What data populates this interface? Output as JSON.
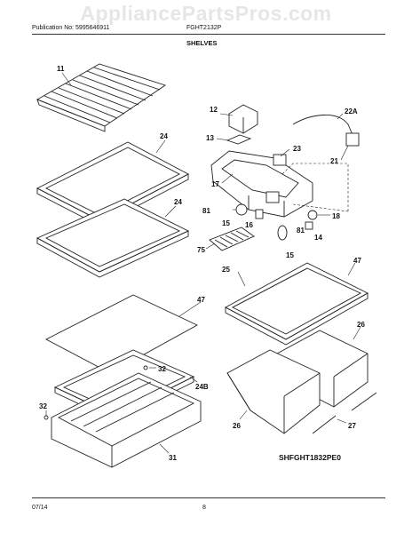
{
  "header": {
    "watermark": "AppliancePartsPros.com",
    "publication": "Publication No: 5995646911",
    "model": "FGHT2132P",
    "section_title": "SHELVES"
  },
  "footer": {
    "date": "07/14",
    "page_number": "8",
    "diagram_code": "SHFGHT1832PE0"
  },
  "callouts": {
    "c11": "11",
    "c12": "12",
    "c13": "13",
    "c22a": "22A",
    "c23": "23",
    "c21": "21",
    "c24a": "24",
    "c24b": "24",
    "c17": "17",
    "c81a": "81",
    "c15a": "15",
    "c16": "16",
    "c18": "18",
    "c81b": "81",
    "c14": "14",
    "c75": "75",
    "c15b": "15",
    "c25": "25",
    "c47a": "47",
    "c47b": "47",
    "c26a": "26",
    "c32a": "32",
    "c24bb": "24B",
    "c32b": "32",
    "c26b": "26",
    "c27": "27",
    "c31": "31"
  }
}
